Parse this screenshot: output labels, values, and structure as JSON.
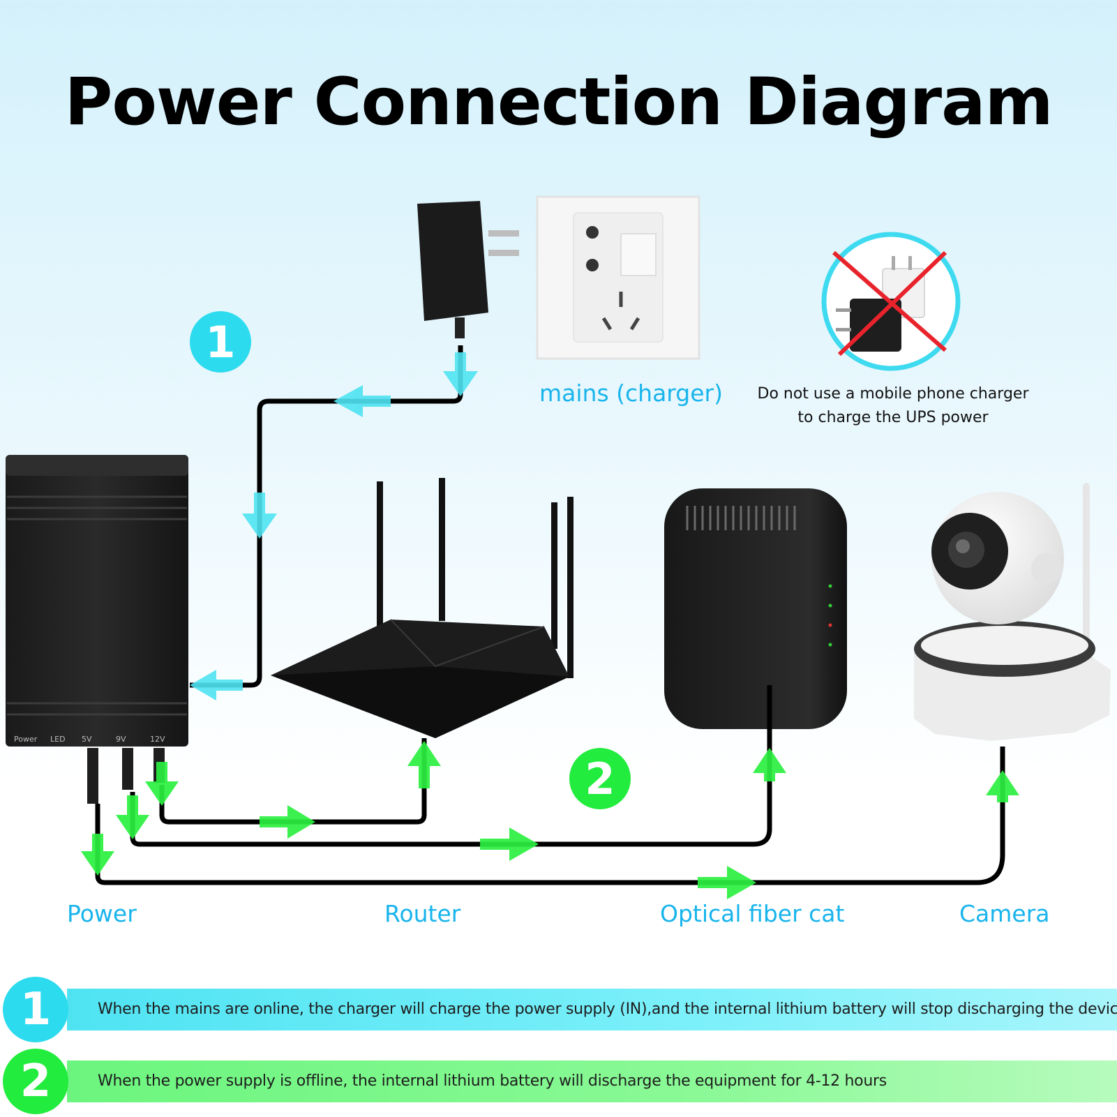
{
  "title": "Power Connection Diagram",
  "labels": {
    "mains": "mains (charger)",
    "power": "Power",
    "router": "Router",
    "optical": "Optical fiber cat",
    "camera": "Camera"
  },
  "warning": {
    "line1": "Do not use a mobile phone charger",
    "line2": "to charge the UPS power"
  },
  "ups_ports": [
    "Power",
    "LED",
    "5V",
    "9V",
    "12V"
  ],
  "steps": [
    {
      "number": "1",
      "text": "When the mains are online, the charger will charge the power supply (IN),and the internal lithium battery will stop discharging the device"
    },
    {
      "number": "2",
      "text": "When the power supply is offline, the internal lithium battery will discharge the equipment for 4-12 hours"
    }
  ],
  "colors": {
    "accent_cyan": "#18b4ec",
    "badge_cyan": "#2ddbee",
    "badge_green": "#22ec3e",
    "arrow_cyan": "#4fe3f2",
    "arrow_green": "#2bf040"
  }
}
